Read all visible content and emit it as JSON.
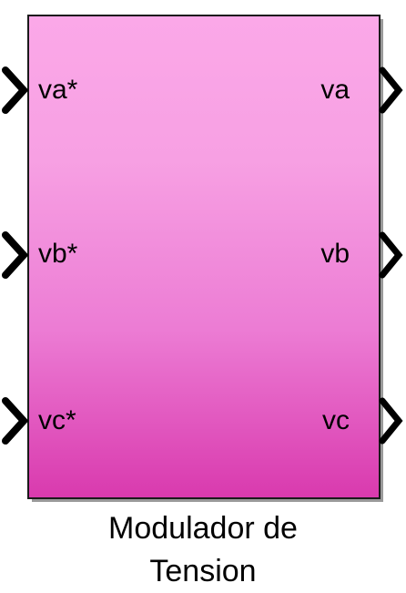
{
  "block": {
    "name_line1": "Modulador de",
    "name_line2": "Tension"
  },
  "inputs": [
    {
      "label": "va*"
    },
    {
      "label": "vb*"
    },
    {
      "label": "vc*"
    }
  ],
  "outputs": [
    {
      "label": "va"
    },
    {
      "label": "vb"
    },
    {
      "label": "vc"
    }
  ],
  "colors": {
    "block_fill_top": "#fba8e8",
    "block_fill_bottom": "#d93aae",
    "border": "#1a1a1a",
    "shadow": "#9a9a9a"
  }
}
